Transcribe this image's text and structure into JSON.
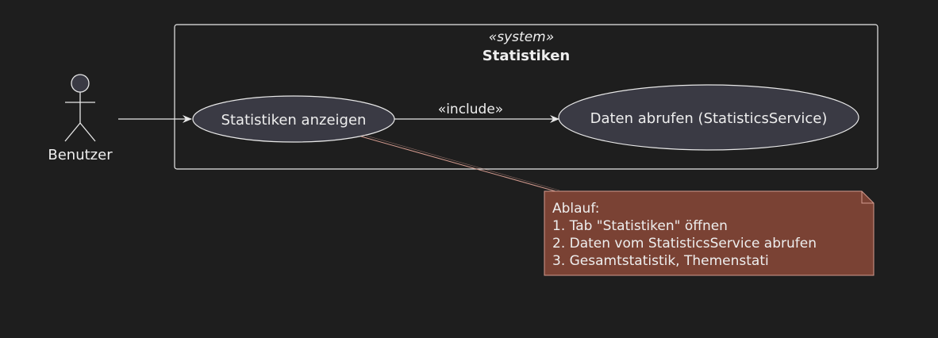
{
  "system": {
    "stereotype": "«system»",
    "title": "Statistiken"
  },
  "actor": {
    "name": "Benutzer"
  },
  "use_cases": [
    {
      "label": "Statistiken anzeigen"
    },
    {
      "label": "Daten abrufen (StatisticsService)"
    }
  ],
  "relations": {
    "include_label": "«include»"
  },
  "note": {
    "lines": [
      "Ablauf:",
      "1. Tab \"Statistiken\" öffnen",
      "2. Daten vom StatisticsService abrufen",
      "3. Gesamtstatistik, Themenstati"
    ]
  },
  "colors": {
    "background": "#1e1e1e",
    "usecase_fill": "#3a3a44",
    "stroke": "#e8e8e8",
    "note_fill": "#7a4234",
    "note_stroke": "#d29a8e"
  }
}
